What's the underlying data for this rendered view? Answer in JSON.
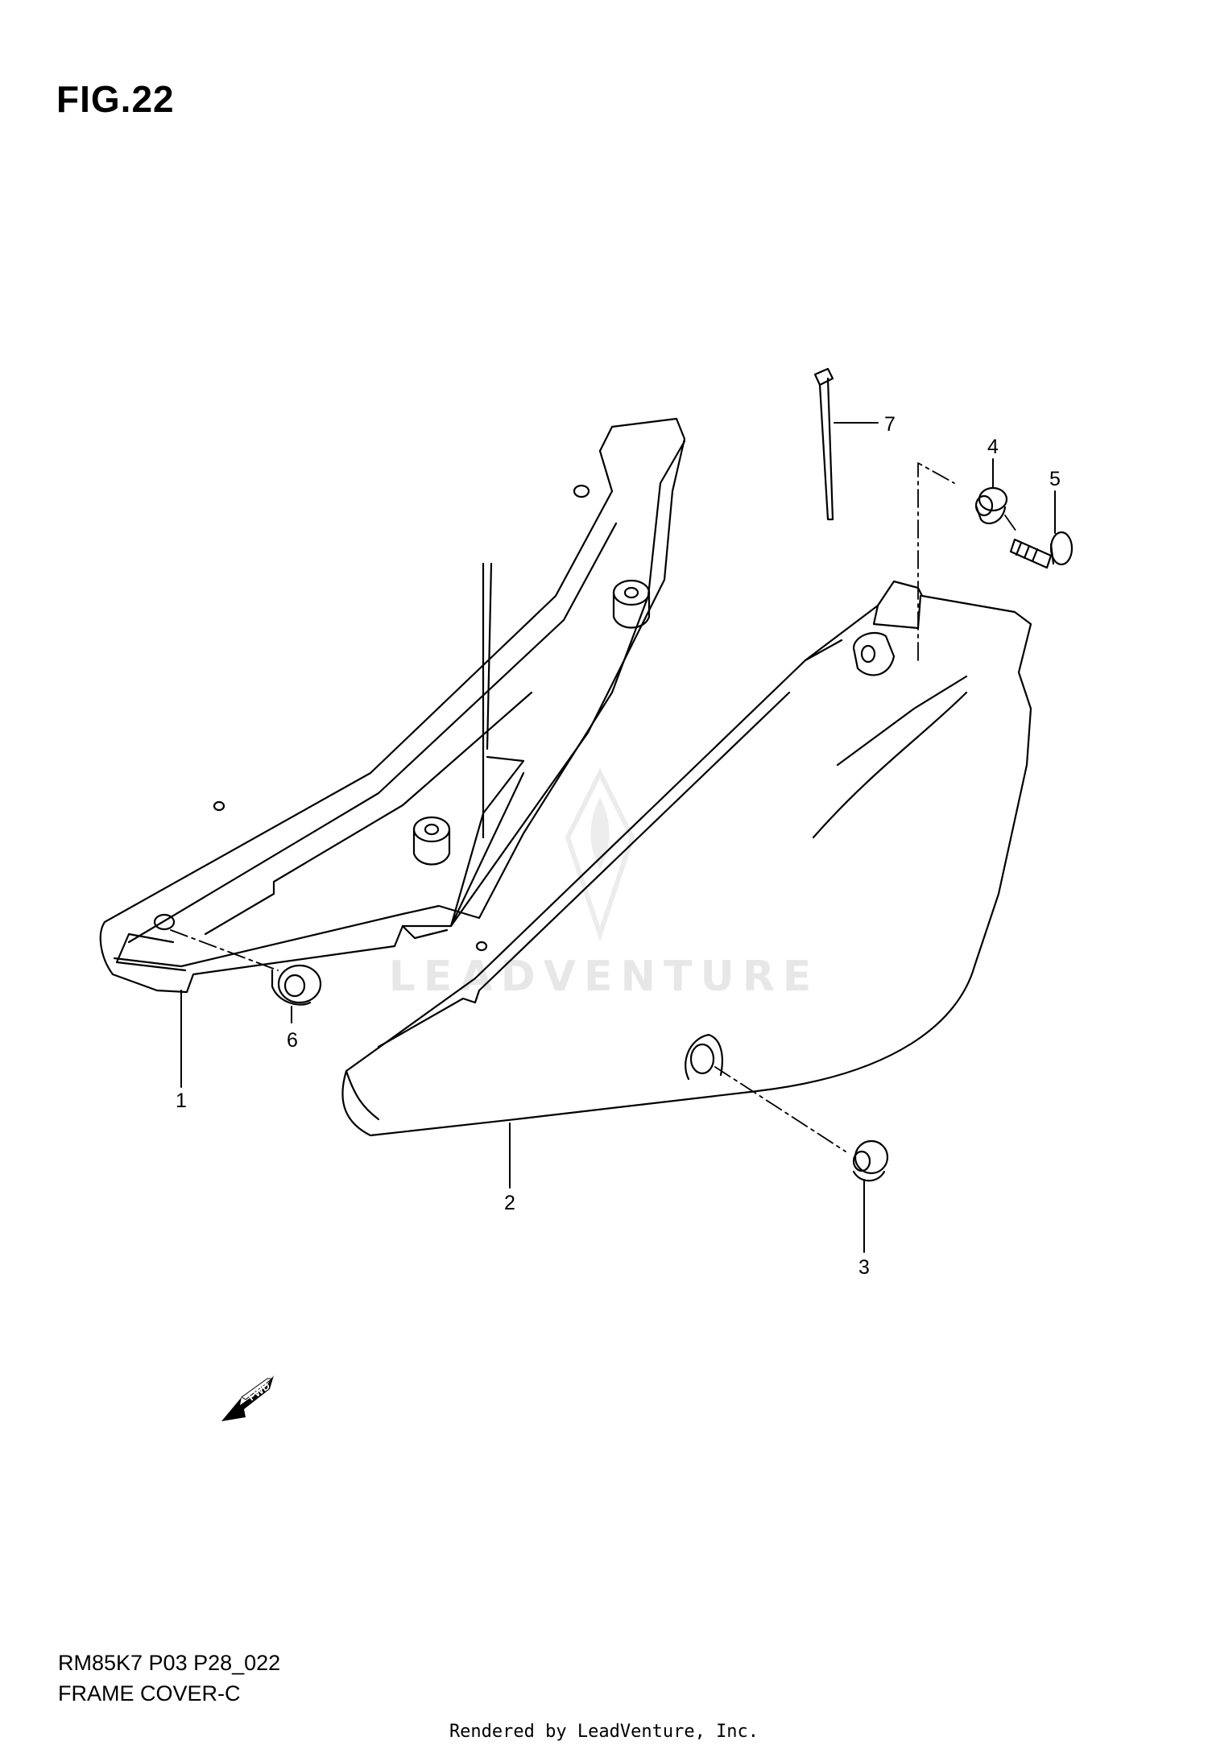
{
  "figure": {
    "title": "FIG.22",
    "model_code": "RM85K7 P03 P28_022",
    "section_name": "FRAME COVER-C"
  },
  "callouts": [
    "1",
    "2",
    "3",
    "4",
    "5",
    "6",
    "7"
  ],
  "fwd_label": "FWD",
  "watermark": "LEADVENTURE",
  "footer": "Rendered by LeadVenture, Inc.",
  "colors": {
    "line": "#000000",
    "background": "#ffffff",
    "watermark": "#e7e7e7"
  }
}
